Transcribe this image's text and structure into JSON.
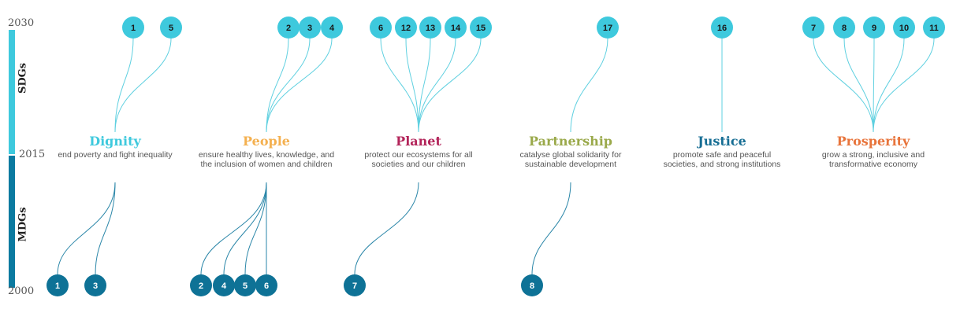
{
  "years": {
    "top": "2030",
    "middle": "2015",
    "bottom": "2000"
  },
  "bands": {
    "sdg_label": "SDGs",
    "mdg_label": "MDGs"
  },
  "colors": {
    "sdg_band": "#3ec9dd",
    "mdg_band": "#0b7aa0",
    "sdg_node": "#3ec9dd",
    "mdg_node": "#0e7296",
    "sdg_line": "#5fd0e0",
    "mdg_line": "#2a86a8"
  },
  "groups": [
    {
      "name": "Dignity",
      "color": "#3ec9dd",
      "desc": "end poverty and fight inequality",
      "sdgs": [
        "1",
        "5"
      ],
      "mdgs": [
        "1",
        "3"
      ]
    },
    {
      "name": "People",
      "color": "#f4b04f",
      "desc": "ensure healthy lives, knowledge, and the inclusion of women and children",
      "sdgs": [
        "2",
        "3",
        "4"
      ],
      "mdgs": [
        "2",
        "4",
        "5",
        "6"
      ]
    },
    {
      "name": "Planet",
      "color": "#b3245a",
      "desc": "protect our ecosystems for all societies and our children",
      "sdgs": [
        "6",
        "12",
        "13",
        "14",
        "15"
      ],
      "mdgs": [
        "7"
      ]
    },
    {
      "name": "Partnership",
      "color": "#9aa94a",
      "desc": "catalyse global solidarity for sustainable development",
      "sdgs": [
        "17"
      ],
      "mdgs": [
        "8"
      ]
    },
    {
      "name": "Justice",
      "color": "#176e94",
      "desc": "promote safe and peaceful societies, and strong institutions",
      "sdgs": [
        "16"
      ],
      "mdgs": []
    },
    {
      "name": "Prosperity",
      "color": "#e8743b",
      "desc": "grow a strong, inclusive and transformative economy",
      "sdgs": [
        "7",
        "8",
        "9",
        "10",
        "11"
      ],
      "mdgs": []
    }
  ]
}
